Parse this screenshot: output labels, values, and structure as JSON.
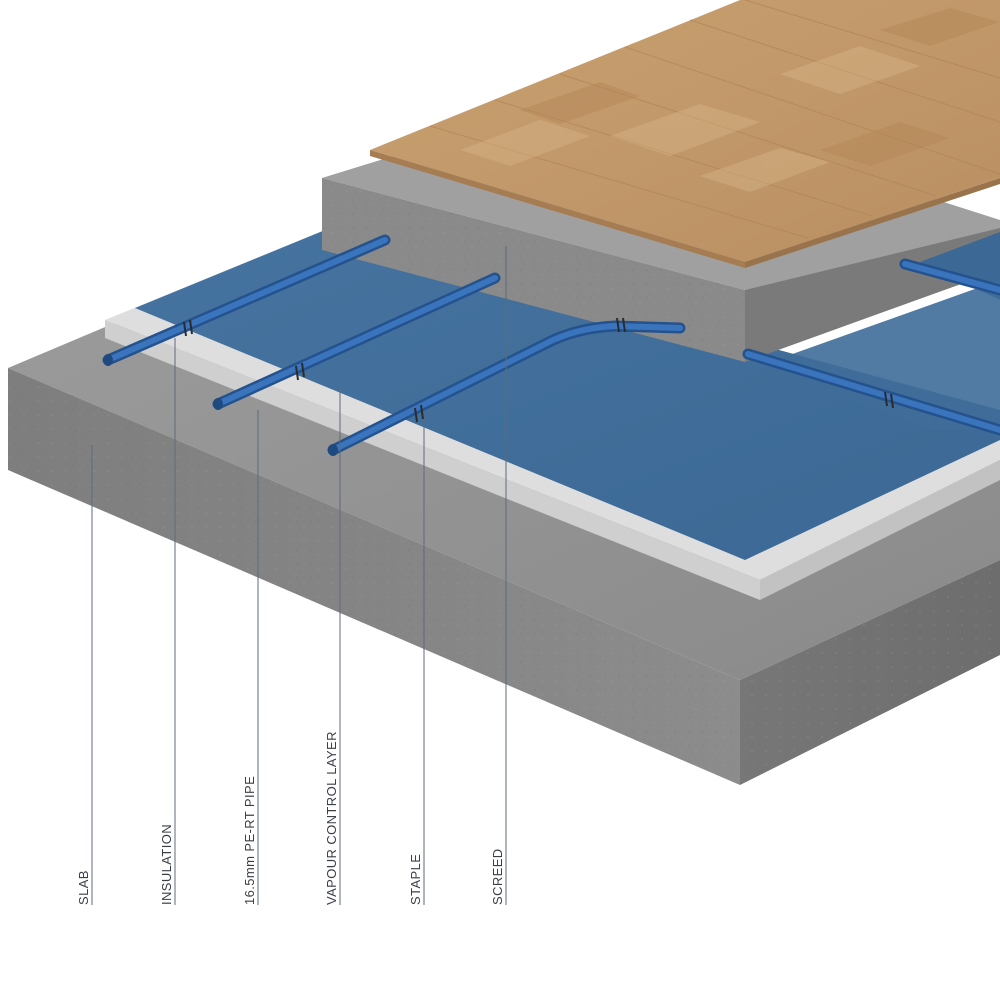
{
  "labels": {
    "slab": "SLAB",
    "insulation": "INSULATION",
    "pipe": "16.5mm PE-RT PIPE",
    "vapour": "VAPOUR CONTROL LAYER",
    "staple": "STAPLE",
    "screed": "SCREED"
  },
  "colors": {
    "concrete": "#8f8f8f",
    "insulation": "#dcdcdc",
    "membrane": "#3f6f9c",
    "pipe": "#2f63a8",
    "wood": "#c49a6c",
    "leader": "#5d6b7c"
  }
}
